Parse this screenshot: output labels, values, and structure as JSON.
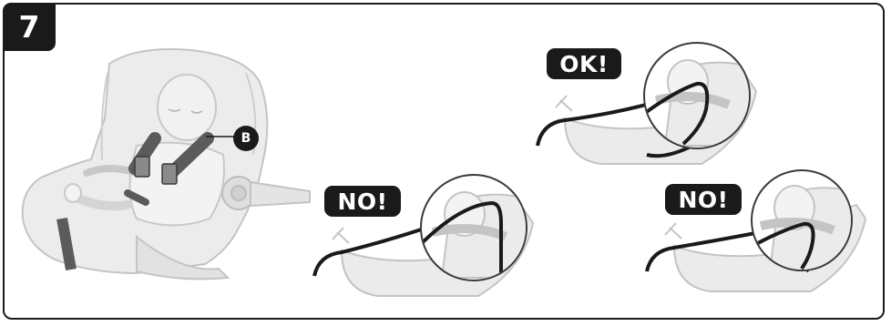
{
  "step": {
    "number": "7"
  },
  "callout": {
    "letter": "B"
  },
  "verdicts": {
    "ok": "OK!",
    "no_left": "NO!",
    "no_right": "NO!"
  },
  "colors": {
    "ink": "#1a1a1a",
    "seat_fill": "#e6e6e6",
    "seat_stroke": "#bdbdbd",
    "strap": "#5b5b5b"
  },
  "icons": [
    "car-seat-illustration",
    "belt-route-detail-ok",
    "belt-route-detail-no",
    "belt-route-detail-no"
  ]
}
